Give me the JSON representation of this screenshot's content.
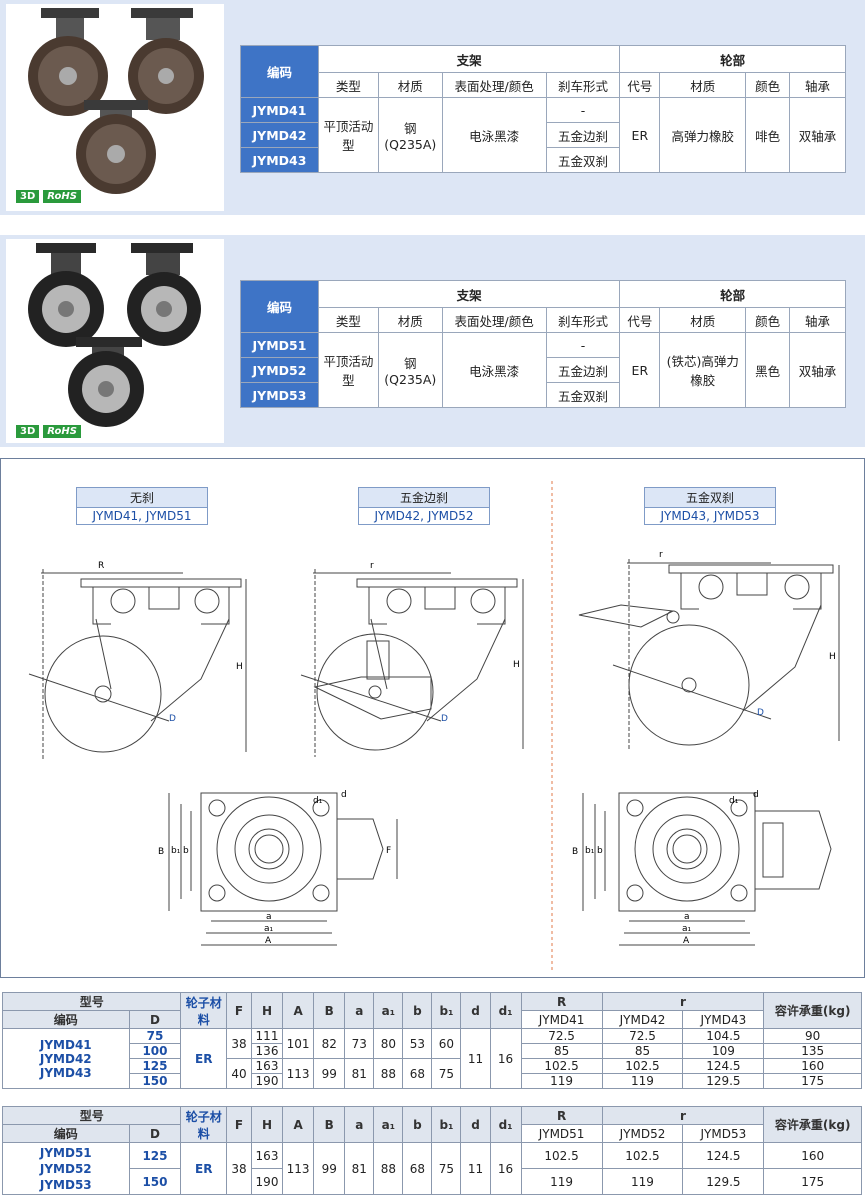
{
  "panel1": {
    "header_code": "编码",
    "group_bracket": "支架",
    "group_wheel": "轮部",
    "cols": [
      "类型",
      "材质",
      "表面处理/颜色",
      "刹车形式",
      "代号",
      "材质",
      "颜色",
      "轴承"
    ],
    "codes": [
      "JYMD41",
      "JYMD42",
      "JYMD43"
    ],
    "type": "平顶活动型",
    "material": "钢(Q235A)",
    "surface": "电泳黑漆",
    "brakes": [
      "-",
      "五金边刹",
      "五金双刹"
    ],
    "wheel_code": "ER",
    "wheel_material": "高弹力橡胶",
    "wheel_color": "啡色",
    "bearing": "双轴承",
    "badge_3d": "3D",
    "badge_rohs": "RoHS"
  },
  "panel2": {
    "header_code": "编码",
    "group_bracket": "支架",
    "group_wheel": "轮部",
    "cols": [
      "类型",
      "材质",
      "表面处理/颜色",
      "刹车形式",
      "代号",
      "材质",
      "颜色",
      "轴承"
    ],
    "codes": [
      "JYMD51",
      "JYMD52",
      "JYMD53"
    ],
    "type": "平顶活动型",
    "material": "钢(Q235A)",
    "surface": "电泳黑漆",
    "brakes": [
      "-",
      "五金边刹",
      "五金双刹"
    ],
    "wheel_code": "ER",
    "wheel_material": "(铁芯)高弹力橡胶",
    "wheel_color": "黑色",
    "bearing": "双轴承",
    "badge_3d": "3D",
    "badge_rohs": "RoHS"
  },
  "drawings": {
    "views": [
      {
        "title": "无刹",
        "models": "JYMD41, JYMD51"
      },
      {
        "title": "五金边刹",
        "models": "JYMD42, JYMD52"
      },
      {
        "title": "五金双刹",
        "models": "JYMD43, JYMD53"
      }
    ],
    "dims": {
      "R": "R",
      "r": "r",
      "H": "H",
      "D": "D",
      "B": "B",
      "b1": "b₁",
      "b": "b",
      "F": "F",
      "a": "a",
      "a1": "a₁",
      "A": "A",
      "d": "d",
      "d1": "d₁"
    }
  },
  "spec1": {
    "h_model": "型号",
    "h_code": "编码",
    "h_D": "D",
    "h_wheel": "轮子材料",
    "cols": [
      "F",
      "H",
      "A",
      "B",
      "a",
      "a₁",
      "b",
      "b₁",
      "d",
      "d₁"
    ],
    "h_R": "R",
    "h_r": "r",
    "h_load": "容许承重(kg)",
    "sub": [
      "JYMD41",
      "JYMD42",
      "JYMD43"
    ],
    "codes": "JYMD41\nJYMD42\nJYMD43",
    "wheel": "ER",
    "D": [
      "75",
      "100",
      "125",
      "150"
    ],
    "F": [
      "38",
      "40"
    ],
    "H": [
      "111",
      "136",
      "163",
      "190"
    ],
    "A": [
      "101",
      "113"
    ],
    "B": [
      "82",
      "99"
    ],
    "a": [
      "73",
      "81"
    ],
    "a1": [
      "80",
      "88"
    ],
    "b": [
      "53",
      "68"
    ],
    "b1": [
      "60",
      "75"
    ],
    "d": "11",
    "d1": "16",
    "R": [
      "72.5",
      "85",
      "102.5",
      "119"
    ],
    "r42": [
      "72.5",
      "85",
      "102.5",
      "119"
    ],
    "r43": [
      "104.5",
      "109",
      "124.5",
      "129.5"
    ],
    "load": [
      "90",
      "135",
      "160",
      "175"
    ]
  },
  "spec2": {
    "h_model": "型号",
    "h_code": "编码",
    "h_D": "D",
    "h_wheel": "轮子材料",
    "cols": [
      "F",
      "H",
      "A",
      "B",
      "a",
      "a₁",
      "b",
      "b₁",
      "d",
      "d₁"
    ],
    "h_R": "R",
    "h_r": "r",
    "h_load": "容许承重(kg)",
    "sub": [
      "JYMD51",
      "JYMD52",
      "JYMD53"
    ],
    "codes": "JYMD51\nJYMD52\nJYMD53",
    "wheel": "ER",
    "D": [
      "125",
      "150"
    ],
    "F": "38",
    "H": [
      "163",
      "190"
    ],
    "A": "113",
    "B": "99",
    "a": "81",
    "a1": "88",
    "b": "68",
    "b1": "75",
    "d": "11",
    "d1": "16",
    "R": [
      "102.5",
      "119"
    ],
    "r52": [
      "102.5",
      "119"
    ],
    "r53": [
      "124.5",
      "129.5"
    ],
    "load": [
      "160",
      "175"
    ]
  }
}
